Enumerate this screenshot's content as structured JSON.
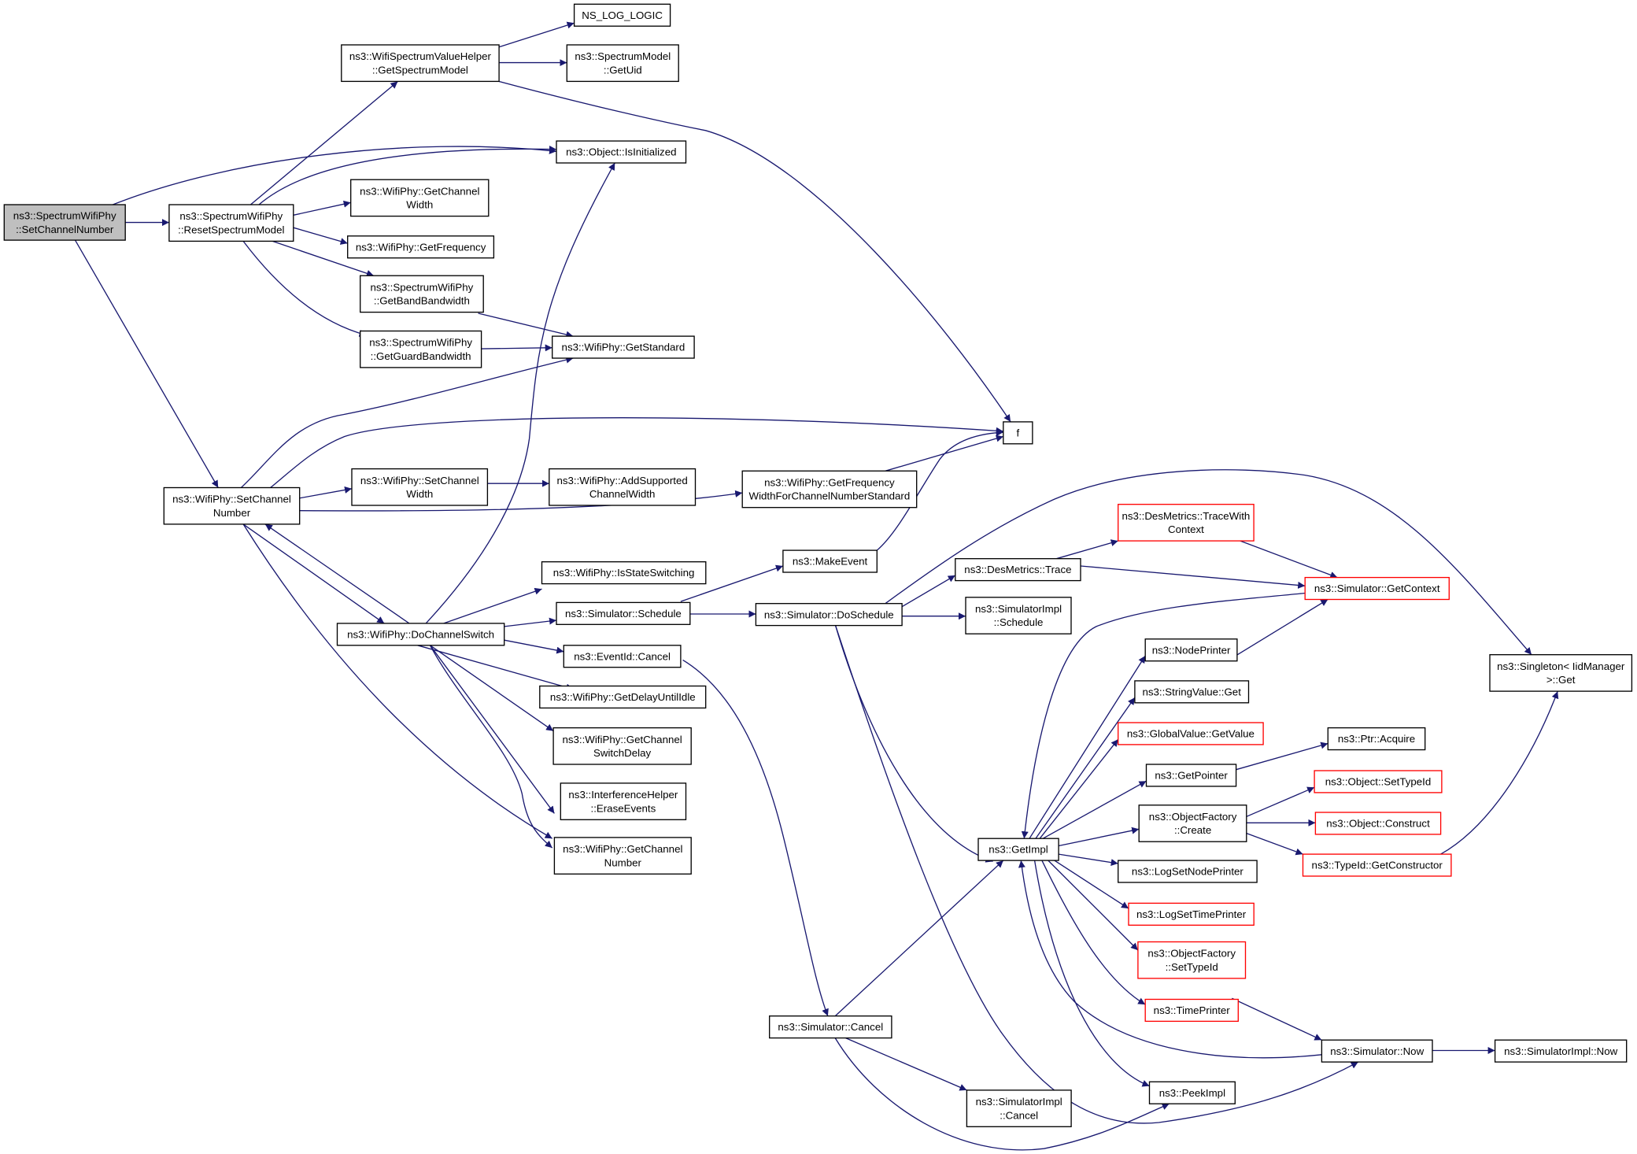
{
  "diagram": {
    "colors": {
      "edge": "#191970",
      "root_fill": "#bfbfbf",
      "truncated_border": "#ff0000",
      "node_border": "#000000"
    },
    "nodes": [
      {
        "id": "scn",
        "lines": [
          "ns3::SpectrumWifiPhy",
          "::SetChannelNumber"
        ],
        "style": "root"
      },
      {
        "id": "wsvh",
        "lines": [
          "ns3::WifiSpectrumValueHelper",
          "::GetSpectrumModel"
        ]
      },
      {
        "id": "nslog",
        "lines": [
          "NS_LOG_LOGIC"
        ]
      },
      {
        "id": "smuid",
        "lines": [
          "ns3::SpectrumModel",
          "::GetUid"
        ]
      },
      {
        "id": "isinit",
        "lines": [
          "ns3::Object::IsInitialized"
        ]
      },
      {
        "id": "rsm",
        "lines": [
          "ns3::SpectrumWifiPhy",
          "::ResetSpectrumModel"
        ]
      },
      {
        "id": "gcw",
        "lines": [
          "ns3::WifiPhy::GetChannel",
          "Width"
        ]
      },
      {
        "id": "gfreq",
        "lines": [
          "ns3::WifiPhy::GetFrequency"
        ]
      },
      {
        "id": "gbb",
        "lines": [
          "ns3::SpectrumWifiPhy",
          "::GetBandBandwidth"
        ]
      },
      {
        "id": "ggb",
        "lines": [
          "ns3::SpectrumWifiPhy",
          "::GetGuardBandwidth"
        ]
      },
      {
        "id": "gstd",
        "lines": [
          "ns3::WifiPhy::GetStandard"
        ]
      },
      {
        "id": "f",
        "lines": [
          "f"
        ]
      },
      {
        "id": "wscn",
        "lines": [
          "ns3::WifiPhy::SetChannel",
          "Number"
        ]
      },
      {
        "id": "wscw",
        "lines": [
          "ns3::WifiPhy::SetChannel",
          "Width"
        ]
      },
      {
        "id": "ascw",
        "lines": [
          "ns3::WifiPhy::AddSupported",
          "ChannelWidth"
        ]
      },
      {
        "id": "gfwcns",
        "lines": [
          "ns3::WifiPhy::GetFrequency",
          "WidthForChannelNumberStandard"
        ]
      },
      {
        "id": "mkevt",
        "lines": [
          "ns3::MakeEvent"
        ]
      },
      {
        "id": "iss",
        "lines": [
          "ns3::WifiPhy::IsStateSwitching"
        ]
      },
      {
        "id": "dcs",
        "lines": [
          "ns3::WifiPhy::DoChannelSwitch"
        ]
      },
      {
        "id": "sched",
        "lines": [
          "ns3::Simulator::Schedule"
        ]
      },
      {
        "id": "dosched",
        "lines": [
          "ns3::Simulator::DoSchedule"
        ]
      },
      {
        "id": "evc",
        "lines": [
          "ns3::EventId::Cancel"
        ]
      },
      {
        "id": "gdui",
        "lines": [
          "ns3::WifiPhy::GetDelayUntilIdle"
        ]
      },
      {
        "id": "gcsd",
        "lines": [
          "ns3::WifiPhy::GetChannel",
          "SwitchDelay"
        ]
      },
      {
        "id": "ihee",
        "lines": [
          "ns3::InterferenceHelper",
          "::EraseEvents"
        ]
      },
      {
        "id": "gcn",
        "lines": [
          "ns3::WifiPhy::GetChannel",
          "Number"
        ]
      },
      {
        "id": "dmtwc",
        "lines": [
          "ns3::DesMetrics::TraceWith",
          "Context"
        ],
        "style": "red"
      },
      {
        "id": "dmt",
        "lines": [
          "ns3::DesMetrics::Trace"
        ]
      },
      {
        "id": "sgc",
        "lines": [
          "ns3::Simulator::GetContext"
        ],
        "style": "red"
      },
      {
        "id": "sis",
        "lines": [
          "ns3::SimulatorImpl",
          "::Schedule"
        ]
      },
      {
        "id": "singleton",
        "lines": [
          "ns3::Singleton< IidManager",
          ">::Get"
        ]
      },
      {
        "id": "np",
        "lines": [
          "ns3::NodePrinter"
        ]
      },
      {
        "id": "svg",
        "lines": [
          "ns3::StringValue::Get"
        ]
      },
      {
        "id": "gvgv",
        "lines": [
          "ns3::GlobalValue::GetValue"
        ],
        "style": "red"
      },
      {
        "id": "ptra",
        "lines": [
          "ns3::Ptr::Acquire"
        ]
      },
      {
        "id": "gp",
        "lines": [
          "ns3::GetPointer"
        ]
      },
      {
        "id": "ost",
        "lines": [
          "ns3::Object::SetTypeId"
        ],
        "style": "red"
      },
      {
        "id": "ofc",
        "lines": [
          "ns3::ObjectFactory",
          "::Create"
        ]
      },
      {
        "id": "oc",
        "lines": [
          "ns3::Object::Construct"
        ],
        "style": "red"
      },
      {
        "id": "gimpl",
        "lines": [
          "ns3::GetImpl"
        ]
      },
      {
        "id": "tgc",
        "lines": [
          "ns3::TypeId::GetConstructor"
        ],
        "style": "red"
      },
      {
        "id": "lsnp",
        "lines": [
          "ns3::LogSetNodePrinter"
        ]
      },
      {
        "id": "lstp",
        "lines": [
          "ns3::LogSetTimePrinter"
        ],
        "style": "red"
      },
      {
        "id": "ofst",
        "lines": [
          "ns3::ObjectFactory",
          "::SetTypeId"
        ],
        "style": "red"
      },
      {
        "id": "tp",
        "lines": [
          "ns3::TimePrinter"
        ],
        "style": "red"
      },
      {
        "id": "scancel",
        "lines": [
          "ns3::Simulator::Cancel"
        ]
      },
      {
        "id": "snow",
        "lines": [
          "ns3::Simulator::Now"
        ]
      },
      {
        "id": "sinow",
        "lines": [
          "ns3::SimulatorImpl::Now"
        ]
      },
      {
        "id": "pi",
        "lines": [
          "ns3::PeekImpl"
        ]
      },
      {
        "id": "sic",
        "lines": [
          "ns3::SimulatorImpl",
          "::Cancel"
        ]
      }
    ]
  }
}
